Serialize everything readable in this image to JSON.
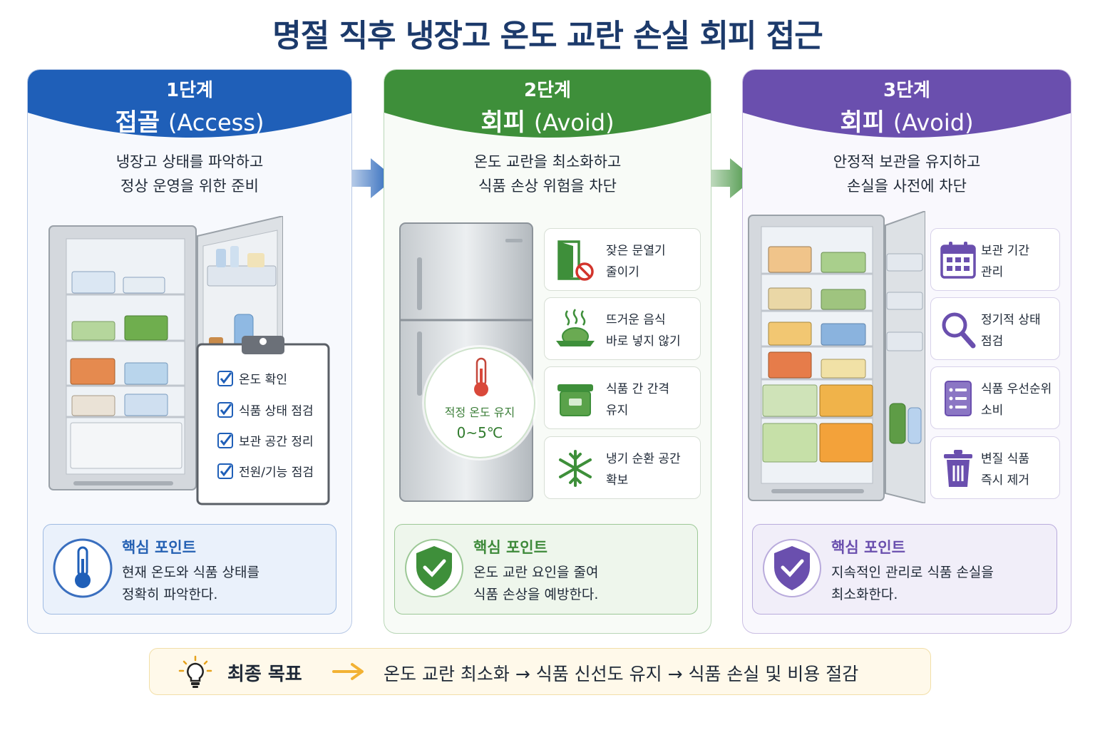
{
  "title": "명절 직후 냉장고 온도 교란 손실 회피 접근",
  "colors": {
    "blue": "#1f5fb8",
    "green": "#3e8f3a",
    "purple": "#6a4fae",
    "title": "#1c3a6b"
  },
  "steps": [
    {
      "label": "1단계",
      "name": "접골",
      "name_en": "(Access)",
      "desc_line1": "냉장고 상태를 파악하고",
      "desc_line2": "정상 운영을 위한 준비",
      "checklist": [
        "온도 확인",
        "식품 상태 점검",
        "보관 공간 정리",
        "전원/기능 점검"
      ],
      "key_title": "핵심 포인트",
      "key_line1": "현재 온도와 식품 상태를",
      "key_line2": "정확히 파악한다."
    },
    {
      "label": "2단계",
      "name": "회피",
      "name_en": "(Avoid)",
      "desc_line1": "온도 교란을 최소화하고",
      "desc_line2": "식품 손상 위험을 차단",
      "temp_label": "적정 온도 유지",
      "temp_value": "0~5℃",
      "tips": [
        {
          "icon": "door-no-entry-icon",
          "line1": "잦은 문열기",
          "line2": "줄이기"
        },
        {
          "icon": "hot-food-icon",
          "line1": "뜨거운 음식",
          "line2": "바로 넣지 않기"
        },
        {
          "icon": "container-icon",
          "line1": "식품 간 간격",
          "line2": "유지"
        },
        {
          "icon": "snowflake-icon",
          "line1": "냉기 순환 공간",
          "line2": "확보"
        }
      ],
      "key_title": "핵심 포인트",
      "key_line1": "온도 교란 요인을 줄여",
      "key_line2": "식품 손상을 예방한다."
    },
    {
      "label": "3단계",
      "name": "회피",
      "name_en": "(Avoid)",
      "desc_line1": "안정적 보관을 유지하고",
      "desc_line2": "손실을 사전에 차단",
      "tips": [
        {
          "icon": "calendar-icon",
          "line1": "보관 기간",
          "line2": "관리"
        },
        {
          "icon": "magnifier-icon",
          "line1": "정기적 상태",
          "line2": "점검"
        },
        {
          "icon": "list-icon",
          "line1": "식품 우선순위",
          "line2": "소비"
        },
        {
          "icon": "trash-icon",
          "line1": "변질 식품",
          "line2": "즉시 제거"
        }
      ],
      "key_title": "핵심 포인트",
      "key_line1": "지속적인 관리로 식품 손실을",
      "key_line2": "최소화한다."
    }
  ],
  "goal": {
    "label": "최종 목표",
    "text": "온도 교란 최소화 →  식품 신선도 유지 → 식품 손실 및 비용 절감"
  }
}
